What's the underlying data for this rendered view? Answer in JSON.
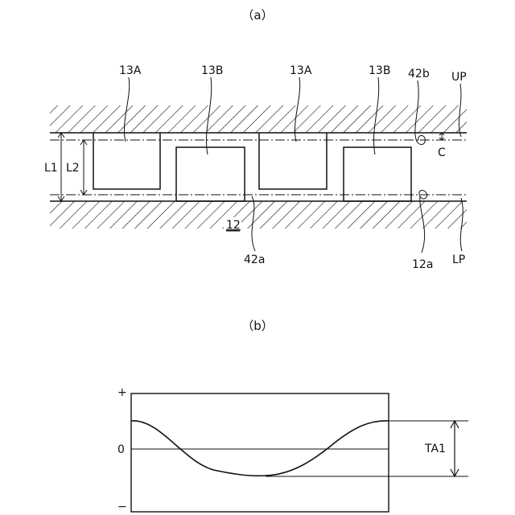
{
  "panel_a": {
    "caption": "（a）",
    "pin_labels": [
      "13A",
      "13B",
      "13A",
      "13B"
    ],
    "ref_42b": "42b",
    "ref_UP": "UP",
    "ref_C": "C",
    "ref_L1": "L1",
    "ref_L2": "L2",
    "ref_12": "12",
    "ref_42a": "42a",
    "ref_12a": "12a",
    "ref_LP": "LP"
  },
  "panel_b": {
    "caption": "（b）",
    "plus": "+",
    "zero": "0",
    "minus": "−",
    "ta1": "TA1"
  },
  "colors": {
    "line": "#111111",
    "background": "#ffffff"
  }
}
